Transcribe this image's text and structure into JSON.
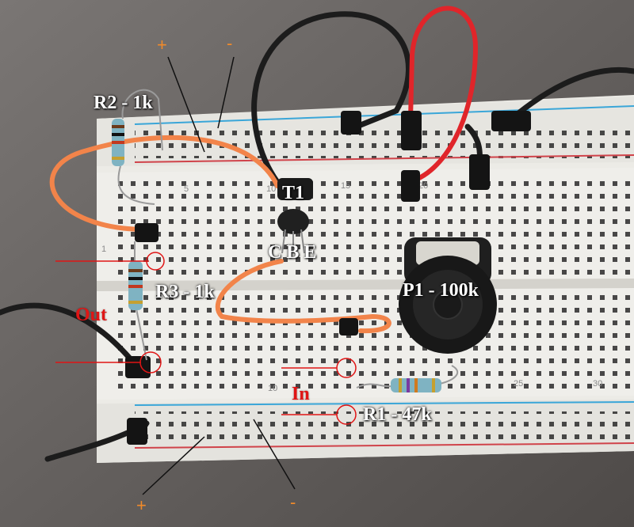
{
  "labels": {
    "r2": "R2 - 1k",
    "t1": "T1",
    "cbe": "C B E",
    "r3": "R3 - 1k",
    "p1": "P1 - 100k",
    "out": "Out",
    "in": "In",
    "r1": "R1 - 47k",
    "plus_top": "+",
    "minus_top": "-",
    "plus_bottom": "+",
    "minus_bottom": "-",
    "col_1": "1",
    "col_5": "5",
    "col_10": "10",
    "col_15": "15",
    "col_20": "20",
    "col_25": "25",
    "col_30": "30"
  },
  "colors": {
    "annotation_white": "#ffffff",
    "annotation_red": "#e01515",
    "annotation_orange": "#f08a2a",
    "wire_orange": "#f2844a",
    "wire_red": "#e0252a",
    "wire_black": "#1c1c1c",
    "rail_red": "#d0434a",
    "rail_blue": "#3aa6d8",
    "board": "#ecebe6",
    "background": "#5f5a58"
  }
}
